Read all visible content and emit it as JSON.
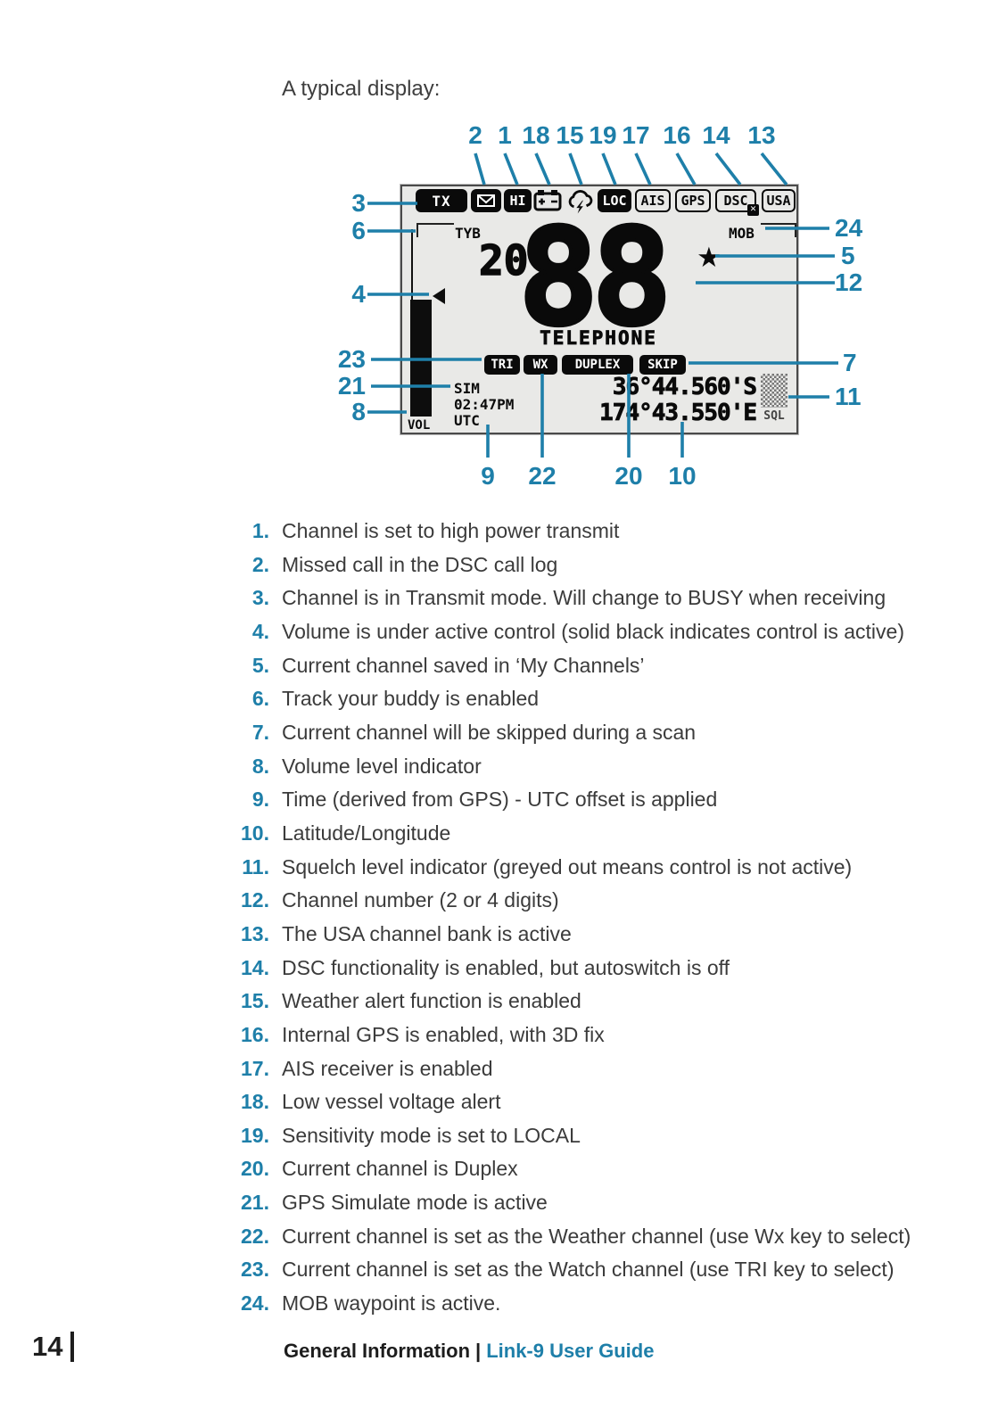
{
  "page": {
    "intro": "A typical display:",
    "footer": {
      "page_number": "14",
      "section": "General Information",
      "divider": "|",
      "guide_title": "Link-9 User Guide"
    }
  },
  "lcd": {
    "status_bar": {
      "tx": "TX",
      "hi": "HI",
      "loc": "LOC",
      "ais": "AIS",
      "gps": "GPS",
      "dsc": "DSC",
      "dsc_x": "✕",
      "usa": "USA"
    },
    "icons": {
      "envelope": "missed-call-envelope-icon",
      "battery": "low-voltage-battery-icon",
      "weather": "weather-alert-cloud-lightning-icon",
      "volume_arrow": "volume-active-triangle",
      "favorite": "star"
    },
    "tyb": "TYB",
    "mob": "MOB",
    "channel_prefix": "20",
    "channel_number": "88",
    "favorite_star": "★",
    "channel_name": "TELEPHONE",
    "badges": {
      "tri": "TRI",
      "wx": "WX",
      "duplex": "DUPLEX",
      "skip": "SKIP"
    },
    "sim": "SIM",
    "time": "02:47PM",
    "utc": "UTC",
    "latitude": "36°44.560'S",
    "longitude": "174°43.550'E",
    "vol": "VOL",
    "sql": "SQL"
  },
  "callouts": {
    "top": [
      "2",
      "1",
      "18",
      "15",
      "19",
      "17",
      "16",
      "14",
      "13"
    ],
    "left": [
      "3",
      "6",
      "4",
      "23",
      "21",
      "8"
    ],
    "right": [
      "24",
      "5",
      "12",
      "7",
      "11"
    ],
    "bottom": [
      "9",
      "22",
      "20",
      "10"
    ]
  },
  "legend": {
    "items": [
      {
        "num": "1.",
        "text": "Channel is set to high power transmit"
      },
      {
        "num": "2.",
        "text": "Missed call in the DSC call log"
      },
      {
        "num": "3.",
        "text": "Channel is in Transmit mode. Will change to BUSY when receiving"
      },
      {
        "num": "4.",
        "text": "Volume is under active control (solid black indicates control is active)"
      },
      {
        "num": "5.",
        "text": "Current channel saved in ‘My Channels’"
      },
      {
        "num": "6.",
        "text": "Track your buddy is enabled"
      },
      {
        "num": "7.",
        "text": "Current channel will be skipped during a scan"
      },
      {
        "num": "8.",
        "text": "Volume level indicator"
      },
      {
        "num": "9.",
        "text": "Time (derived from GPS) - UTC offset is applied"
      },
      {
        "num": "10.",
        "text": "Latitude/Longitude"
      },
      {
        "num": "11.",
        "text": "Squelch level indicator (greyed out means control is not active)"
      },
      {
        "num": "12.",
        "text": "Channel number (2 or 4 digits)"
      },
      {
        "num": "13.",
        "text": "The USA channel bank is active"
      },
      {
        "num": "14.",
        "text": "DSC functionality is enabled, but autoswitch is off"
      },
      {
        "num": "15.",
        "text": "Weather alert function is enabled"
      },
      {
        "num": "16.",
        "text": "Internal GPS is enabled, with 3D fix"
      },
      {
        "num": "17.",
        "text": "AIS receiver is enabled"
      },
      {
        "num": "18.",
        "text": "Low vessel voltage alert"
      },
      {
        "num": "19.",
        "text": "Sensitivity mode is set to LOCAL"
      },
      {
        "num": "20.",
        "text": "Current channel is Duplex"
      },
      {
        "num": "21.",
        "text": "GPS Simulate mode is active"
      },
      {
        "num": "22.",
        "text": "Current channel is set as the Weather channel (use Wx key to select)"
      },
      {
        "num": "23.",
        "text": "Current channel is set as the Watch channel (use TRI key to select)"
      },
      {
        "num": "24.",
        "text": "MOB waypoint is active."
      }
    ]
  },
  "colors": {
    "accent_blue": "#1e7fa9",
    "lcd_background": "#e9e9e7",
    "body_text": "#3b3b3b"
  }
}
